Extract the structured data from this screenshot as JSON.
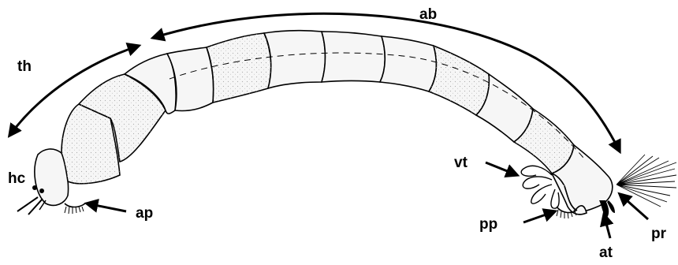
{
  "labels": {
    "th": "th",
    "ab": "ab",
    "hc": "hc",
    "ap": "ap",
    "vt": "vt",
    "pp": "pp",
    "at": "at",
    "pr": "pr"
  },
  "colors": {
    "ink": "#000000",
    "body_fill": "#f4f4f4",
    "stipple": "#9a9a9a",
    "background": "#ffffff"
  }
}
